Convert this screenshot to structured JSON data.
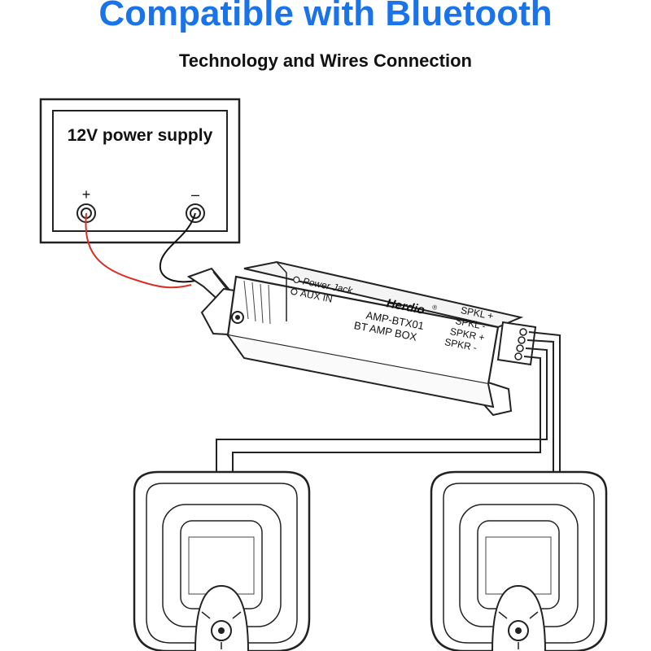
{
  "header": {
    "title": "Compatible with Bluetooth",
    "subtitle": "Technology and Wires Connection"
  },
  "power_supply": {
    "label": "12V power supply",
    "plus": "+",
    "minus": "–"
  },
  "amp": {
    "brand": "Herdio",
    "registered": "®",
    "port_power": "Power Jack",
    "port_aux": "AUX IN",
    "model": "AMP-BTX01",
    "product": "BT AMP BOX",
    "terminals": [
      "SPKL +",
      "SPKL -",
      "SPKR +",
      "SPKR -"
    ]
  },
  "colors": {
    "title": "#1a73e8",
    "positive_wire": "#d93025",
    "negative_wire": "#111111",
    "line": "#222222"
  }
}
